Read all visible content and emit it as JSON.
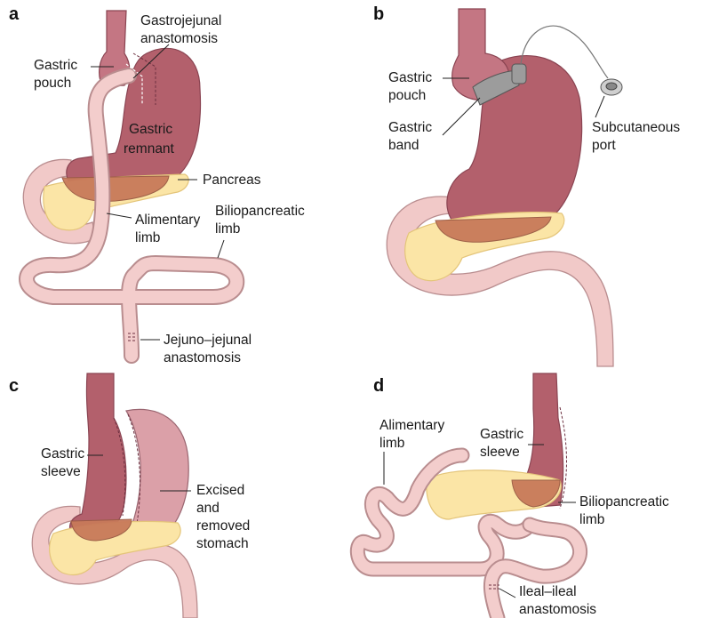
{
  "panels": {
    "a": {
      "letter": "a",
      "labels": {
        "gastric_pouch_1": "Gastric",
        "gastric_pouch_2": "pouch",
        "gj_1": "Gastrojejunal",
        "gj_2": "anastomosis",
        "remnant_1": "Gastric",
        "remnant_2": "remnant",
        "pancreas": "Pancreas",
        "alimentary_1": "Alimentary",
        "alimentary_2": "limb",
        "bilio_1": "Biliopancreatic",
        "bilio_2": "limb",
        "jj_1": "Jejuno–jejunal",
        "jj_2": "anastomosis"
      }
    },
    "b": {
      "letter": "b",
      "labels": {
        "pouch_1": "Gastric",
        "pouch_2": "pouch",
        "band_1": "Gastric",
        "band_2": "band",
        "port_1": "Subcutaneous",
        "port_2": "port"
      }
    },
    "c": {
      "letter": "c",
      "labels": {
        "sleeve_1": "Gastric",
        "sleeve_2": "sleeve",
        "excised_1": "Excised",
        "excised_2": "and",
        "excised_3": "removed",
        "excised_4": "stomach"
      }
    },
    "d": {
      "letter": "d",
      "labels": {
        "alimentary_1": "Alimentary",
        "alimentary_2": "limb",
        "sleeve_1": "Gastric",
        "sleeve_2": "sleeve",
        "bilio_1": "Biliopancreatic",
        "bilio_2": "limb",
        "ileal_1": "Ileal–ileal",
        "ileal_2": "anastomosis"
      }
    }
  },
  "colors": {
    "stomach": "#b3606c",
    "intestine": "#f1c9c8",
    "pancreas": "#fbe5a6"
  }
}
